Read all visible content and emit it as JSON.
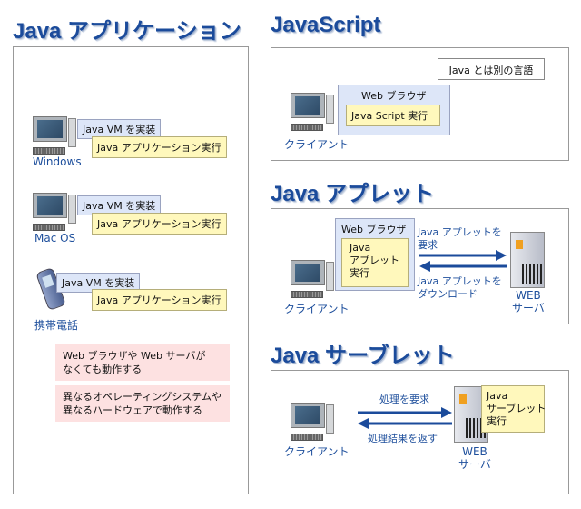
{
  "app": {
    "title": "Java アプリケーション",
    "windows": {
      "vm": "Java VM を実装",
      "run": "Java アプリケーション実行",
      "label": "Windows"
    },
    "mac": {
      "vm": "Java VM を実装",
      "run": "Java アプリケーション実行",
      "label": "Mac OS"
    },
    "mobile": {
      "vm": "Java VM を実装",
      "run": "Java アプリケーション実行",
      "label": "携帯電話"
    },
    "notes": [
      "Web ブラウザや Web サーバが\nなくても動作する",
      "異なるオペレーティングシステムや\n異なるハードウェアで動作する"
    ]
  },
  "javascript": {
    "title": "JavaScript",
    "note": "Java とは別の言語",
    "browser": "Web ブラウザ",
    "run": "Java Script 実行",
    "client": "クライアント"
  },
  "applet": {
    "title": "Java アプレット",
    "browser": "Web ブラウザ",
    "run": "Java\nアプレット\n実行",
    "request": "Java アプレットを\n要求",
    "download": "Java アプレットを\nダウンロード",
    "client": "クライアント",
    "server": "WEB\nサーバ"
  },
  "servlet": {
    "title": "Java サーブレット",
    "request": "処理を要求",
    "response": "処理結果を返す",
    "run": "Java\nサーブレット\n実行",
    "client": "クライアント",
    "server": "WEB\nサーバ"
  }
}
